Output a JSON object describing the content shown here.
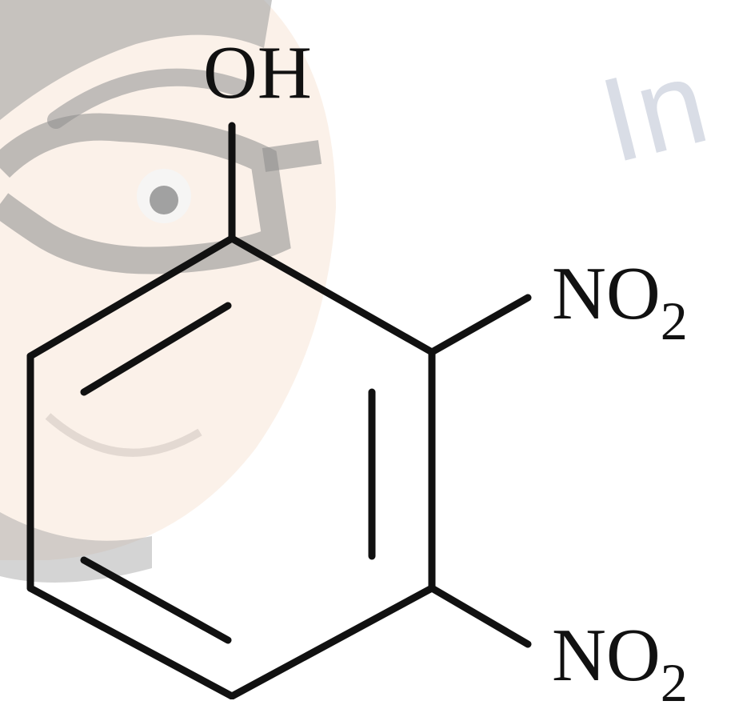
{
  "watermark": {
    "text": "In",
    "mascot_icon": "glasses-face-mascot-icon",
    "color": "#d9dde6"
  },
  "molecule": {
    "substituents": {
      "hydroxyl": "OH",
      "nitro_top": {
        "main": "NO",
        "subscript": "2"
      },
      "nitro_bottom": {
        "main": "NO",
        "subscript": "2"
      }
    },
    "bond_color": "#111111"
  }
}
